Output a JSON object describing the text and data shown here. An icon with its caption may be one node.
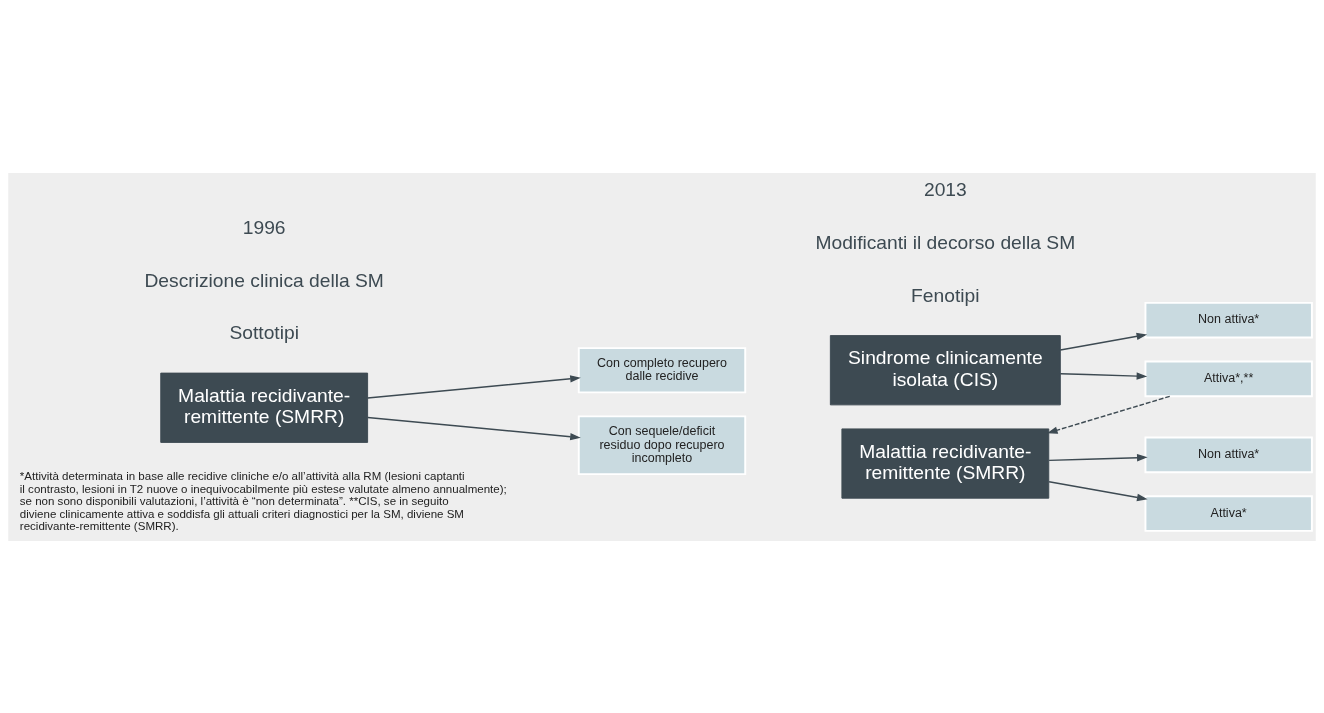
{
  "diagram": {
    "nodes": [
      {
        "text": [
          "Malattia recidivante-remittente (SMRR)"
        ]
      },
      {
        "text": [
          "Con completo recupero dalle recidive"
        ]
      },
      {
        "text": [
          "Con sequele/deficit residuo dopo recupero incompleto"
        ]
      },
      {
        "text": [
          "Sindrome clinicamente isolata (CIS)"
        ]
      },
      {
        "text": [
          "Non attiva*"
        ]
      },
      {
        "text": [
          "Attiva*,**"
        ]
      },
      {
        "text": [
          "Malattia recidivante-remittente (SMRR)"
        ]
      },
      {
        "text": [
          "Non attiva*"
        ]
      },
      {
        "text": [
          "Attiva*"
        ]
      }
    ],
    "edges": [
      {
        "from": 0,
        "to": 1,
        "arrow": "to"
      },
      {
        "from": 0,
        "to": 2,
        "arrow": "to"
      },
      {
        "from": 3,
        "to": 4,
        "arrow": "to"
      },
      {
        "from": 3,
        "to": 5,
        "arrow": "to"
      },
      {
        "from": 5,
        "to": 6,
        "arrow": "to",
        "style": "dashed"
      },
      {
        "from": 6,
        "to": 7,
        "arrow": "to"
      },
      {
        "from": 6,
        "to": 8,
        "arrow": "to"
      }
    ],
    "labels": [
      "1996",
      "Descrizione clinica della SM",
      "Sottotipi",
      "2013",
      "Modificanti il decorso della SM",
      "Fenotipi",
      "*Attività determinata in base alle recidive cliniche e/o all’attività alla RM (lesioni captanti il contrasto, lesioni in T2 nuove o inequivocabilmente più estese valutate almeno annualmente); se non sono disponibili valutazioni, l’attività è “non determinata”. **CIS, se in seguito diviene clinicamente attiva e soddisfa gli attuali criteri diagnostici per la SM, diviene SM recidivante-remittente (SMRR)."
    ]
  }
}
